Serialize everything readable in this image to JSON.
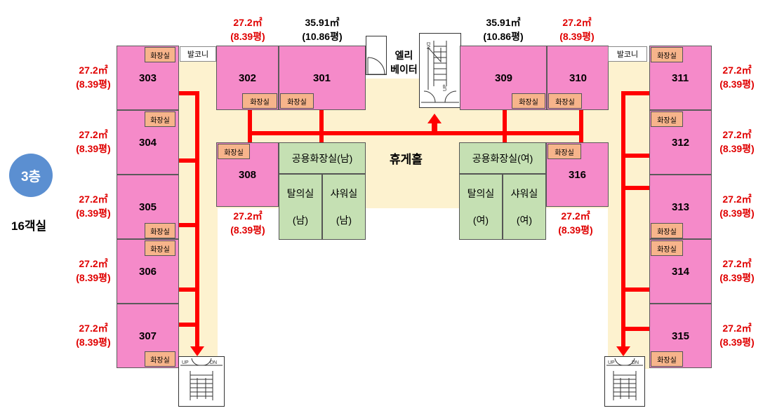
{
  "floor": {
    "label": "3층",
    "color": "#5b8fd1"
  },
  "room_count": "16객실",
  "center_hall": "휴게홀",
  "elevator": "엘리\n베이터",
  "balcony": "발코니",
  "toilet": "화장실",
  "public_toilet_m": "공용화장실(남)",
  "public_toilet_f": "공용화장실(여)",
  "changing_room": "탈의실",
  "shower_room": "샤워실",
  "gender_m": "(남)",
  "gender_f": "(여)",
  "stair_labels": {
    "up": "UP",
    "dn": "DN"
  },
  "colors": {
    "room": "#f58ac9",
    "toilet": "#f7b48b",
    "public": "#c5e0b3",
    "corridor": "#fdf2cf",
    "pipe": "#ff0000",
    "area_red": "#e00000"
  },
  "rooms": {
    "r301": "301",
    "r302": "302",
    "r303": "303",
    "r304": "304",
    "r305": "305",
    "r306": "306",
    "r307": "307",
    "r308": "308",
    "r309": "309",
    "r310": "310",
    "r311": "311",
    "r312": "312",
    "r313": "313",
    "r314": "314",
    "r315": "315",
    "r316": "316"
  },
  "area_std": {
    "m2": "27.2㎡",
    "pyeong": "(8.39평)"
  },
  "area_large": {
    "m2": "35.91㎡",
    "pyeong": "(10.86평)"
  }
}
